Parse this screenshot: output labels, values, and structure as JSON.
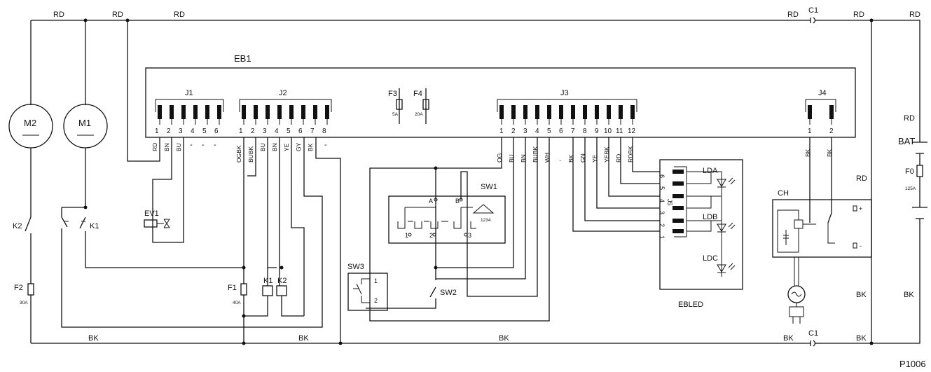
{
  "wire_colors": {
    "top_rd": [
      "RD",
      "RD",
      "RD",
      "RD",
      "RD",
      "RD"
    ],
    "bottom_bk": [
      "BK",
      "BK",
      "BK",
      "BK",
      "BK"
    ],
    "right_rd": "RD",
    "right_bk": [
      "BK",
      "BK"
    ]
  },
  "connector_c1": "C1",
  "board": {
    "label": "EB1"
  },
  "connectors": {
    "j1": {
      "label": "J1",
      "pins": [
        "1",
        "2",
        "3",
        "4",
        "5",
        "6"
      ],
      "wires": [
        "RD",
        "BN",
        "BU"
      ],
      "dashes": [
        "-",
        "-",
        "-"
      ]
    },
    "j2": {
      "label": "J2",
      "pins": [
        "1",
        "2",
        "3",
        "4",
        "5",
        "6",
        "7",
        "8"
      ],
      "wires": [
        "OGBK",
        "BUBK",
        "BU",
        "BN",
        "YE",
        "GY",
        "BK"
      ],
      "dash": "-"
    },
    "j3": {
      "label": "J3",
      "pins": [
        "1",
        "2",
        "3",
        "4",
        "5",
        "6",
        "7",
        "8",
        "9",
        "10",
        "11",
        "12"
      ],
      "wires": [
        "OG",
        "BU",
        "BN",
        "BUBK",
        "WH",
        "BK",
        "GN",
        "YE",
        "YEBK",
        "RD",
        "RDBK"
      ],
      "dot": "."
    },
    "j4": {
      "label": "J4",
      "pins": [
        "1",
        "2"
      ],
      "wires": [
        "BK",
        "BK"
      ]
    },
    "j5": {
      "label": "J5",
      "pins": [
        "6",
        "5",
        "4",
        "3",
        "2",
        "1"
      ]
    }
  },
  "fuses": {
    "f3": {
      "label": "F3",
      "rating": "5A"
    },
    "f4": {
      "label": "F4",
      "rating": "20A"
    },
    "f1": {
      "label": "F1",
      "rating": "40A"
    },
    "f2": {
      "label": "F2",
      "rating": "30A"
    },
    "f0": {
      "label": "F0",
      "rating": "125A"
    }
  },
  "motors": {
    "m1": "M1",
    "m2": "M2"
  },
  "contacts": {
    "k1": "K1",
    "k2": "K2"
  },
  "relays": {
    "k1": "K1",
    "k2": "K2"
  },
  "valve": "EV1",
  "switches": {
    "sw1": {
      "label": "SW1",
      "a": "A",
      "b": "B",
      "t1": "1",
      "t2": "2",
      "t3": "3",
      "nums": "1234"
    },
    "sw2": "SW2",
    "sw3": {
      "label": "SW3",
      "t1": "1",
      "t2": "2"
    }
  },
  "led_board": {
    "label": "EBLED",
    "leds": [
      "LDA",
      "LDB",
      "LDC"
    ]
  },
  "battery": {
    "label": "BAT"
  },
  "charger": {
    "label": "CH",
    "plus": "+",
    "minus": "-"
  },
  "drawing_code": "P1006"
}
